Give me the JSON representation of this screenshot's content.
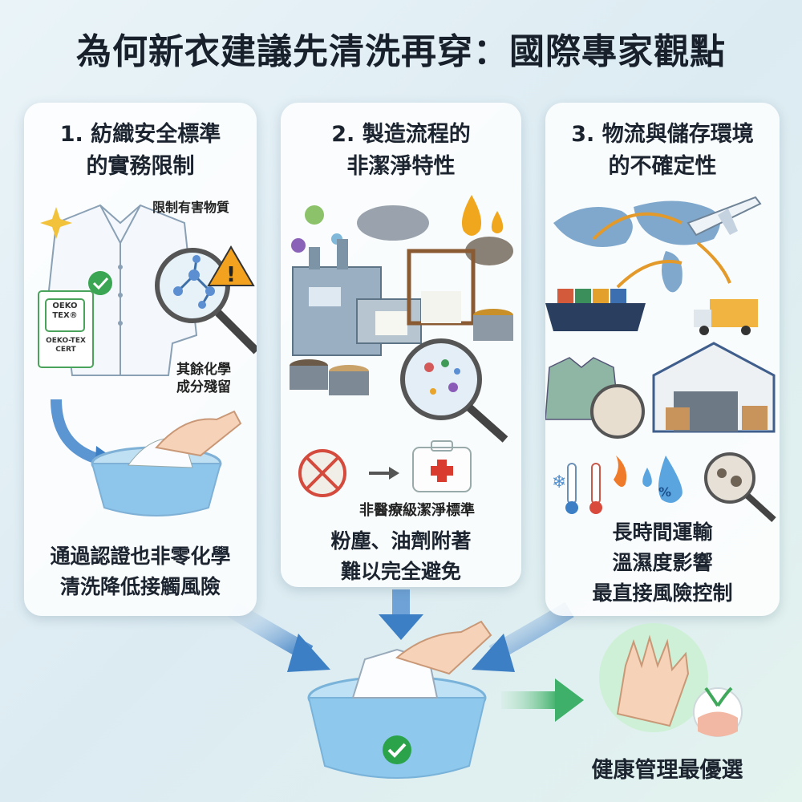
{
  "title": "為何新衣建議先清洗再穿：國際專家觀點",
  "panels": [
    {
      "title_line1": "1. 紡織安全標準",
      "title_line2": "的實務限制",
      "label_top": "限制有害物質",
      "label_side_1": "其餘化學",
      "label_side_2": "成分殘留",
      "cert_logo_line1": "OEKO",
      "cert_logo_line2": "TEX®",
      "cert_name_line1": "OEKO-TEX",
      "cert_name_line2": "CERT",
      "caption_line1": "通過認證也非零化學",
      "caption_line2": "清洗降低接觸風險"
    },
    {
      "title_line1": "2. 製造流程的",
      "title_line2": "非潔淨特性",
      "label_mid": "非醫療級潔淨標準",
      "caption_line1": "粉塵、油劑附著",
      "caption_line2": "難以完全避免"
    },
    {
      "title_line1": "3. 物流與儲存環境",
      "title_line2": "的不確定性",
      "humidity_symbol": "%",
      "caption_line1": "長時間運輸",
      "caption_line2": "溫濕度影響",
      "caption_line3": "最直接風險控制"
    }
  ],
  "final_label": "健康管理最優選",
  "colors": {
    "arrow_blue": "#3d7fc4",
    "arrow_green": "#3fb06a",
    "check_green": "#2aa34a",
    "warn_orange": "#f2a21e"
  }
}
